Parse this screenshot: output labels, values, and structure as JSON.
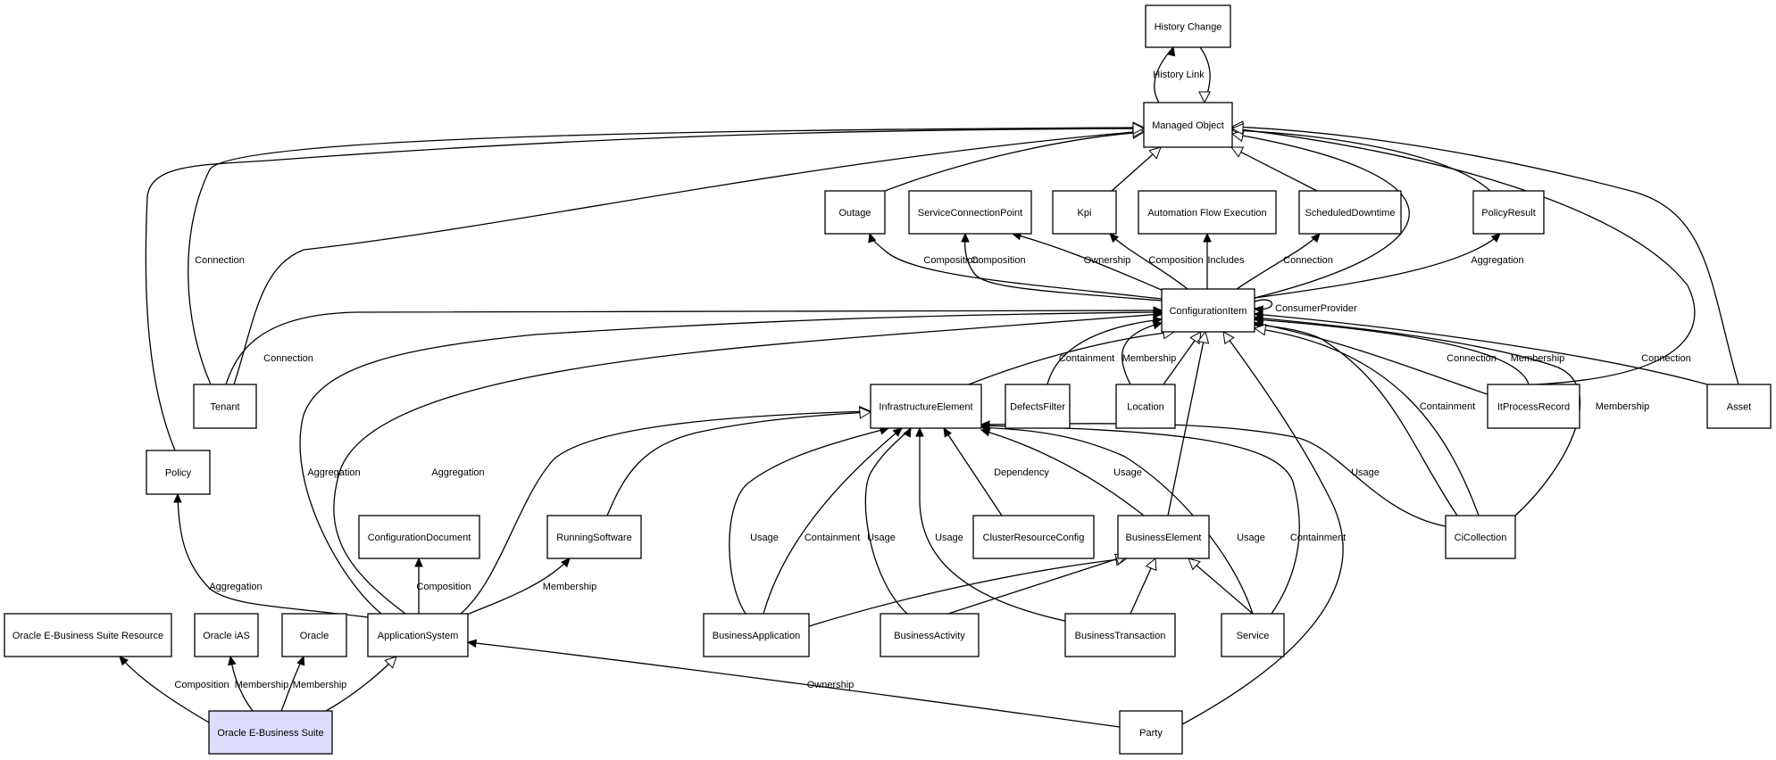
{
  "diagram": {
    "nodes": [
      {
        "id": "history_change",
        "label": "History Change"
      },
      {
        "id": "managed_object",
        "label": "Managed Object"
      },
      {
        "id": "outage",
        "label": "Outage"
      },
      {
        "id": "service_connection_point",
        "label": "ServiceConnectionPoint"
      },
      {
        "id": "kpi",
        "label": "Kpi"
      },
      {
        "id": "automation_flow_execution",
        "label": "Automation Flow Execution"
      },
      {
        "id": "scheduled_downtime",
        "label": "ScheduledDowntime"
      },
      {
        "id": "policy_result",
        "label": "PolicyResult"
      },
      {
        "id": "configuration_item",
        "label": "ConfigurationItem"
      },
      {
        "id": "tenant",
        "label": "Tenant"
      },
      {
        "id": "infrastructure_element",
        "label": "InfrastructureElement"
      },
      {
        "id": "defects_filter",
        "label": "DefectsFilter"
      },
      {
        "id": "location",
        "label": "Location"
      },
      {
        "id": "it_process_record",
        "label": "ItProcessRecord"
      },
      {
        "id": "asset",
        "label": "Asset"
      },
      {
        "id": "policy",
        "label": "Policy"
      },
      {
        "id": "configuration_document",
        "label": "ConfigurationDocument"
      },
      {
        "id": "running_software",
        "label": "RunningSoftware"
      },
      {
        "id": "cluster_resource_config",
        "label": "ClusterResourceConfig"
      },
      {
        "id": "business_element",
        "label": "BusinessElement"
      },
      {
        "id": "ci_collection",
        "label": "CiCollection"
      },
      {
        "id": "oracle_ebs_resource",
        "label": "Oracle E-Business Suite Resource"
      },
      {
        "id": "oracle_ias",
        "label": "Oracle iAS"
      },
      {
        "id": "oracle",
        "label": "Oracle"
      },
      {
        "id": "application_system",
        "label": "ApplicationSystem"
      },
      {
        "id": "business_application",
        "label": "BusinessApplication"
      },
      {
        "id": "business_activity",
        "label": "BusinessActivity"
      },
      {
        "id": "business_transaction",
        "label": "BusinessTransaction"
      },
      {
        "id": "service",
        "label": "Service"
      },
      {
        "id": "oracle_ebs",
        "label": "Oracle E-Business Suite"
      },
      {
        "id": "party",
        "label": "Party"
      }
    ],
    "edges": [
      {
        "id": "e_history_link",
        "from": "managed_object",
        "to": "history_change",
        "label": "History Link",
        "head": "filled"
      },
      {
        "id": "e_history_inherit",
        "from": "history_change",
        "to": "managed_object",
        "label": "",
        "head": "hollow"
      },
      {
        "id": "e_outage_mo",
        "from": "outage",
        "to": "managed_object",
        "label": "",
        "head": "hollow"
      },
      {
        "id": "e_kpi_mo",
        "from": "kpi",
        "to": "managed_object",
        "label": "",
        "head": "hollow"
      },
      {
        "id": "e_sd_mo",
        "from": "scheduled_downtime",
        "to": "managed_object",
        "label": "",
        "head": "hollow"
      },
      {
        "id": "e_pr_mo",
        "from": "policy_result",
        "to": "managed_object",
        "label": "",
        "head": "hollow"
      },
      {
        "id": "e_ci_mo",
        "from": "configuration_item",
        "to": "managed_object",
        "label": "",
        "head": "hollow"
      },
      {
        "id": "e_tenant_mo_conn",
        "from": "tenant",
        "to": "managed_object",
        "label": "Connection",
        "head": "hollow"
      },
      {
        "id": "e_tenant_mo",
        "from": "tenant",
        "to": "managed_object",
        "label": "",
        "head": "hollow"
      },
      {
        "id": "e_policy_mo",
        "from": "policy",
        "to": "managed_object",
        "label": "",
        "head": "hollow"
      },
      {
        "id": "e_asset_mo",
        "from": "asset",
        "to": "managed_object",
        "label": "",
        "head": "hollow"
      },
      {
        "id": "e_itpr_mo",
        "from": "it_process_record",
        "to": "managed_object",
        "label": "",
        "head": "hollow"
      },
      {
        "id": "e_ci_outage",
        "from": "configuration_item",
        "to": "outage",
        "label": "Composition",
        "head": "filled"
      },
      {
        "id": "e_ci_scp",
        "from": "configuration_item",
        "to": "service_connection_point",
        "label": "Composition",
        "head": "filled"
      },
      {
        "id": "e_ci_scp_own",
        "from": "configuration_item",
        "to": "service_connection_point",
        "label": "Ownership",
        "head": "filled"
      },
      {
        "id": "e_ci_kpi",
        "from": "configuration_item",
        "to": "kpi",
        "label": "Composition",
        "head": "filled"
      },
      {
        "id": "e_ci_afe",
        "from": "configuration_item",
        "to": "automation_flow_execution",
        "label": "Includes",
        "head": "filled"
      },
      {
        "id": "e_ci_sd",
        "from": "configuration_item",
        "to": "scheduled_downtime",
        "label": "Connection",
        "head": "filled"
      },
      {
        "id": "e_ci_pr",
        "from": "configuration_item",
        "to": "policy_result",
        "label": "Aggregation",
        "head": "filled"
      },
      {
        "id": "e_ci_self",
        "from": "configuration_item",
        "to": "configuration_item",
        "label": "ConsumerProvider",
        "head": "filled"
      },
      {
        "id": "e_tenant_ci",
        "from": "tenant",
        "to": "configuration_item",
        "label": "Connection",
        "head": "filled"
      },
      {
        "id": "e_ie_ci",
        "from": "infrastructure_element",
        "to": "configuration_item",
        "label": "",
        "head": "hollow"
      },
      {
        "id": "e_df_ci",
        "from": "defects_filter",
        "to": "configuration_item",
        "label": "Containment",
        "head": "filled"
      },
      {
        "id": "e_loc_ci_mem",
        "from": "location",
        "to": "configuration_item",
        "label": "Membership",
        "head": "filled"
      },
      {
        "id": "e_loc_ci",
        "from": "location",
        "to": "configuration_item",
        "label": "",
        "head": "hollow"
      },
      {
        "id": "e_itpr_ci_conn",
        "from": "it_process_record",
        "to": "configuration_item",
        "label": "Connection",
        "head": "filled"
      },
      {
        "id": "e_itpr_ci_mem",
        "from": "it_process_record",
        "to": "configuration_item",
        "label": "Membership",
        "head": "filled"
      },
      {
        "id": "e_asset_ci",
        "from": "asset",
        "to": "configuration_item",
        "label": "Connection",
        "head": "filled"
      },
      {
        "id": "e_cic_ci_cont",
        "from": "ci_collection",
        "to": "configuration_item",
        "label": "Containment",
        "head": "filled"
      },
      {
        "id": "e_cic_ci",
        "from": "ci_collection",
        "to": "configuration_item",
        "label": "",
        "head": "hollow"
      },
      {
        "id": "e_cic_ci_mem",
        "from": "ci_collection",
        "to": "configuration_item",
        "label": "Membership",
        "head": "filled"
      },
      {
        "id": "e_be_ci",
        "from": "business_element",
        "to": "configuration_item",
        "label": "",
        "head": "hollow"
      },
      {
        "id": "e_party_ci",
        "from": "party",
        "to": "configuration_item",
        "label": "",
        "head": "hollow"
      },
      {
        "id": "e_as_ci_agg1",
        "from": "application_system",
        "to": "configuration_item",
        "label": "Aggregation",
        "head": "filled"
      },
      {
        "id": "e_as_ci_agg2",
        "from": "application_system",
        "to": "configuration_item",
        "label": "Aggregation",
        "head": "filled"
      },
      {
        "id": "e_as_ie",
        "from": "application_system",
        "to": "infrastructure_element",
        "label": "",
        "head": "hollow"
      },
      {
        "id": "e_rs_ie",
        "from": "running_software",
        "to": "infrastructure_element",
        "label": "",
        "head": "hollow"
      },
      {
        "id": "e_ba_ie_usage",
        "from": "business_application",
        "to": "infrastructure_element",
        "label": "Usage",
        "head": "filled"
      },
      {
        "id": "e_ba_ie_cont",
        "from": "business_application",
        "to": "infrastructure_element",
        "label": "Containment",
        "head": "filled"
      },
      {
        "id": "e_bact_ie",
        "from": "business_activity",
        "to": "infrastructure_element",
        "label": "Usage",
        "head": "filled"
      },
      {
        "id": "e_bt_ie",
        "from": "business_transaction",
        "to": "infrastructure_element",
        "label": "Usage",
        "head": "filled"
      },
      {
        "id": "e_crc_ie",
        "from": "cluster_resource_config",
        "to": "infrastructure_element",
        "label": "Dependency",
        "head": "filled"
      },
      {
        "id": "e_be_ie",
        "from": "business_element",
        "to": "infrastructure_element",
        "label": "Usage",
        "head": "filled"
      },
      {
        "id": "e_svc_ie_usage",
        "from": "service",
        "to": "infrastructure_element",
        "label": "Usage",
        "head": "filled"
      },
      {
        "id": "e_svc_ie_cont",
        "from": "service",
        "to": "infrastructure_element",
        "label": "Containment",
        "head": "filled"
      },
      {
        "id": "e_cic_ie",
        "from": "ci_collection",
        "to": "infrastructure_element",
        "label": "Usage",
        "head": "filled"
      },
      {
        "id": "e_ba_be",
        "from": "business_application",
        "to": "business_element",
        "label": "",
        "head": "hollow"
      },
      {
        "id": "e_bact_be",
        "from": "business_activity",
        "to": "business_element",
        "label": "",
        "head": "hollow"
      },
      {
        "id": "e_bt_be",
        "from": "business_transaction",
        "to": "business_element",
        "label": "",
        "head": "hollow"
      },
      {
        "id": "e_svc_be",
        "from": "service",
        "to": "business_element",
        "label": "",
        "head": "hollow"
      },
      {
        "id": "e_as_policy",
        "from": "application_system",
        "to": "policy",
        "label": "Aggregation",
        "head": "filled"
      },
      {
        "id": "e_as_cd",
        "from": "application_system",
        "to": "configuration_document",
        "label": "Composition",
        "head": "filled"
      },
      {
        "id": "e_as_rs",
        "from": "application_system",
        "to": "running_software",
        "label": "Membership",
        "head": "filled"
      },
      {
        "id": "e_party_as",
        "from": "party",
        "to": "application_system",
        "label": "Ownership",
        "head": "filled"
      },
      {
        "id": "e_ebs_res",
        "from": "oracle_ebs",
        "to": "oracle_ebs_resource",
        "label": "Composition",
        "head": "filled"
      },
      {
        "id": "e_ebs_ias",
        "from": "oracle_ebs",
        "to": "oracle_ias",
        "label": "Membership",
        "head": "filled"
      },
      {
        "id": "e_ebs_oracle",
        "from": "oracle_ebs",
        "to": "oracle",
        "label": "Membership",
        "head": "filled"
      },
      {
        "id": "e_ebs_as",
        "from": "oracle_ebs",
        "to": "application_system",
        "label": "",
        "head": "hollow"
      }
    ]
  }
}
